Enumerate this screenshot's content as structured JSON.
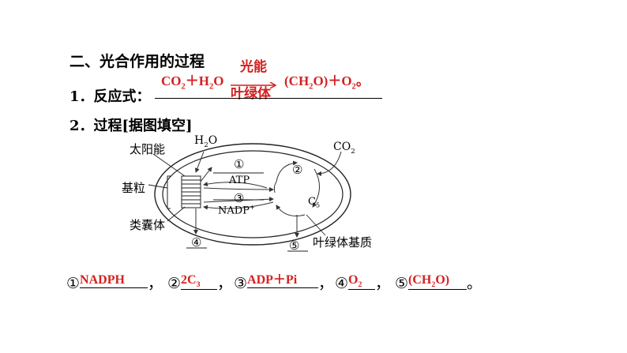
{
  "section_title": "二、光合作用的过程",
  "equation": {
    "lhs_pre": "CO",
    "lhs_sub": "2",
    "lhs_post": "＋H",
    "lhs_sub2": "2",
    "lhs_end": "O",
    "arrow_top": "光能",
    "arrow_bottom": "叶绿体",
    "rhs_pre": "(CH",
    "rhs_sub": "2",
    "rhs_mid": "O)＋O",
    "rhs_sub2": "2",
    "rhs_end": "。"
  },
  "item1": "1．反应式：",
  "item2": "2．过程[据图填空]",
  "diagram": {
    "sunlight": "太阳能",
    "h2o_pre": "H",
    "h2o_sub": "2",
    "h2o_end": "O",
    "co2_pre": "CO",
    "co2_sub": "2",
    "grana": "基粒",
    "thylakoid": "类囊体",
    "stroma": "叶绿体基质",
    "atp": "ATP",
    "nadp_pre": "NADP",
    "nadp_sup": "+",
    "c5_pre": "C",
    "c5_sub": "5",
    "n1": "①",
    "n2": "②",
    "n3": "③",
    "n4": "④",
    "n5": "⑤"
  },
  "answers": [
    {
      "marker": "①",
      "text": "NADPH",
      "sep": "，"
    },
    {
      "marker": "②",
      "pre": "2C",
      "sub": "3",
      "sep": "，"
    },
    {
      "marker": "③",
      "text": "ADP＋Pi",
      "sep": "，"
    },
    {
      "marker": "④",
      "pre": "O",
      "sub": "2",
      "sep": "，"
    },
    {
      "marker": "⑤",
      "pre": "(CH",
      "sub": "2",
      "post": "O)",
      "sep": "。"
    }
  ],
  "colors": {
    "answer": "#d42020",
    "text": "#000000"
  }
}
